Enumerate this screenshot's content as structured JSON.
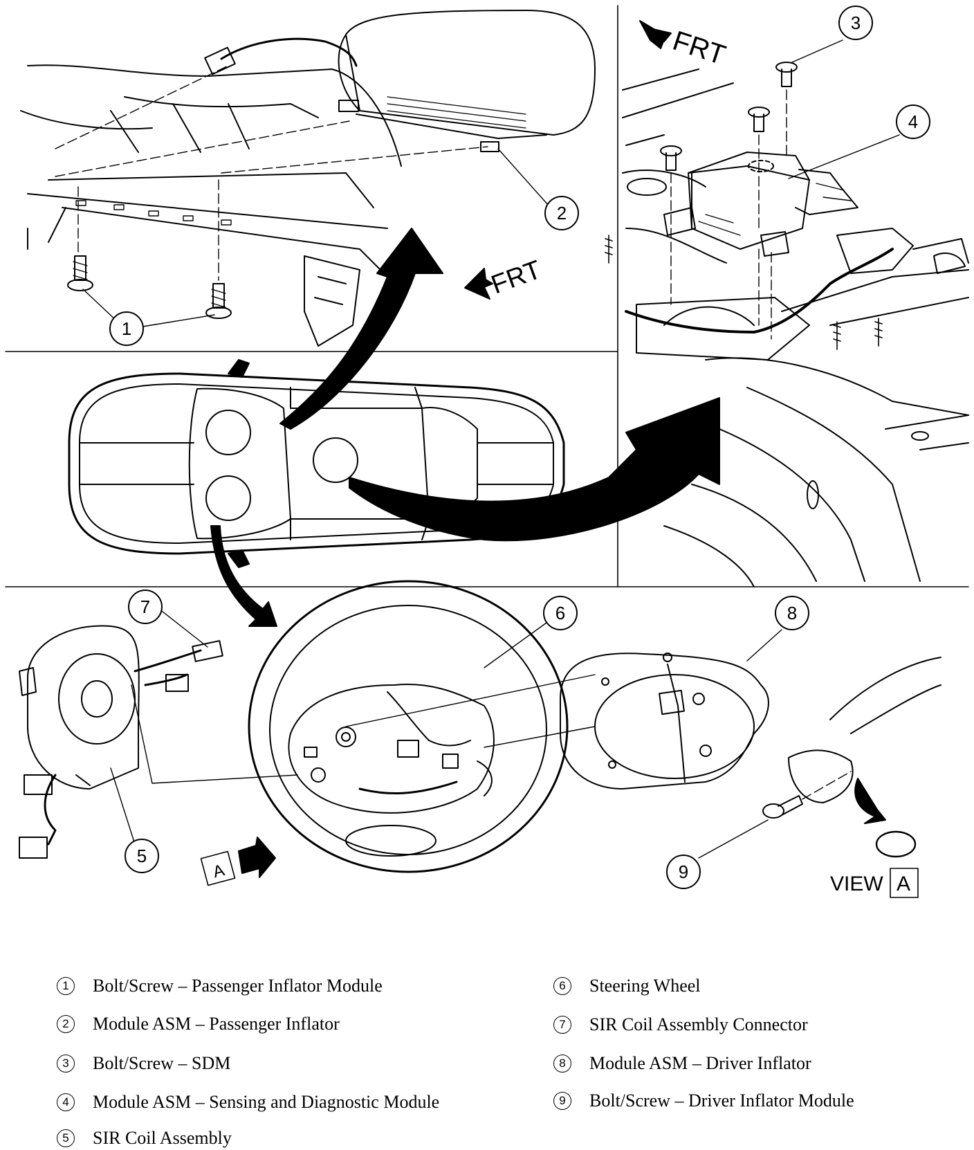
{
  "callouts": [
    "1",
    "2",
    "3",
    "4",
    "5",
    "6",
    "7",
    "8",
    "9"
  ],
  "labels": {
    "frt_top": "FRT",
    "frt_mid": "FRT",
    "view_tag": "A",
    "view_text": "VIEW",
    "view_box": "A"
  },
  "legend": [
    {
      "num": "1",
      "text": "Bolt/Screw – Passenger Inflator Module"
    },
    {
      "num": "2",
      "text": "Module ASM – Passenger Inflator"
    },
    {
      "num": "3",
      "text": "Bolt/Screw – SDM"
    },
    {
      "num": "4",
      "text": "Module ASM – Sensing and Diagnostic Module"
    },
    {
      "num": "5",
      "text": "SIR Coil Assembly"
    },
    {
      "num": "6",
      "text": "Steering Wheel"
    },
    {
      "num": "7",
      "text": "SIR Coil Assembly Connector"
    },
    {
      "num": "8",
      "text": "Module ASM – Driver Inflator"
    },
    {
      "num": "9",
      "text": "Bolt/Screw – Driver Inflator Module"
    }
  ]
}
